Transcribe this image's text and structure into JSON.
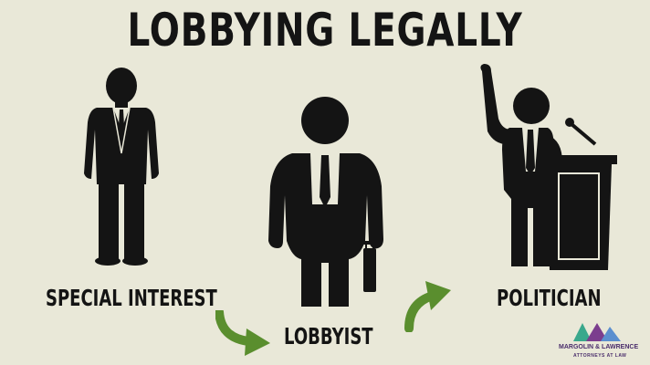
{
  "title": "LOBBYING LEGALLY",
  "labels": {
    "special_interest": "SPECIAL INTEREST",
    "lobbyist": "LOBBYIST",
    "politician": "POLITICIAN"
  },
  "logo": {
    "name": "MARGOLIN & LAWRENCE",
    "tagline": "ATTORNEYS AT LAW"
  },
  "colors": {
    "background": "#e9e8d8",
    "figure": "#141414",
    "shirt": "#e9e8d8",
    "arrow": "#5a8e2e",
    "logo_green": "#3aa88c",
    "logo_purple": "#7b3e8e"
  }
}
